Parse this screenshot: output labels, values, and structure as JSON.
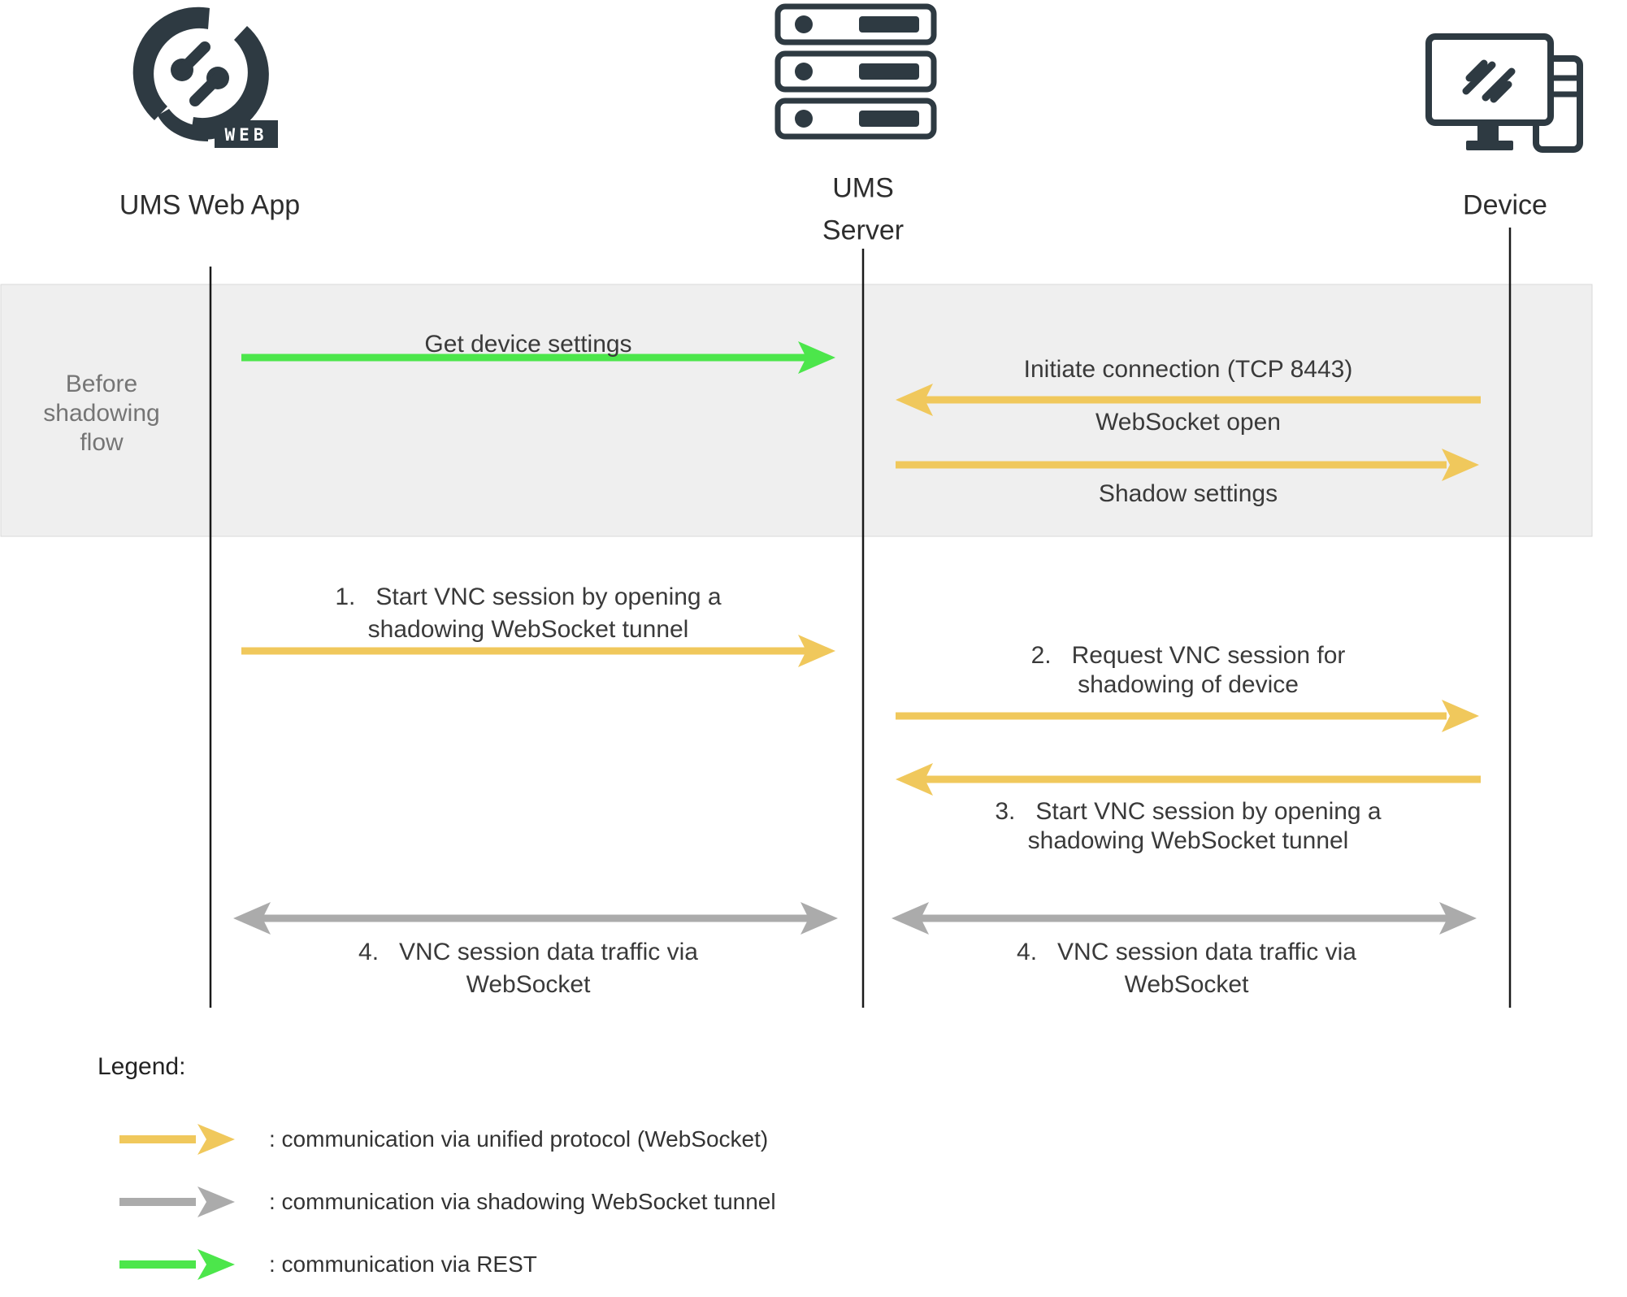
{
  "actors": {
    "web_app": {
      "label": "UMS Web App",
      "badge": "WEB"
    },
    "server": {
      "label_line1": "UMS",
      "label_line2": "Server"
    },
    "device": {
      "label": "Device"
    }
  },
  "before_flow": {
    "label_lines": [
      "Before",
      "shadowing",
      "flow"
    ],
    "get_device_settings": "Get device settings",
    "initiate_connection": "Initiate connection (TCP 8443)",
    "websocket_open": "WebSocket open",
    "shadow_settings": "Shadow settings"
  },
  "main_flow": {
    "step1": [
      "1.   Start VNC session by opening a",
      "shadowing WebSocket tunnel"
    ],
    "step2": [
      "2.   Request VNC session for",
      "shadowing of device"
    ],
    "step3": [
      "3.   Start VNC session by opening a",
      "shadowing WebSocket tunnel"
    ],
    "step4_left": [
      "4.   VNC session data traffic via",
      "WebSocket"
    ],
    "step4_right": [
      "4.   VNC session data traffic via",
      "WebSocket"
    ]
  },
  "legend": {
    "title": "Legend:",
    "items": [
      {
        "key": "unified",
        "label": ": communication via unified protocol (WebSocket)"
      },
      {
        "key": "shadowing",
        "label": ": communication via shadowing WebSocket tunnel"
      },
      {
        "key": "rest",
        "label": ": communication via REST"
      }
    ]
  },
  "colors": {
    "unified": "#F0C85C",
    "shadowing": "#ABABAB",
    "rest": "#4CE64B",
    "icon_dark": "#2E3A42",
    "region_bg": "#EFEFEF",
    "region_border": "#D9D9D9",
    "lifeline": "#1A1A1A",
    "region_label_text": "#757575"
  }
}
